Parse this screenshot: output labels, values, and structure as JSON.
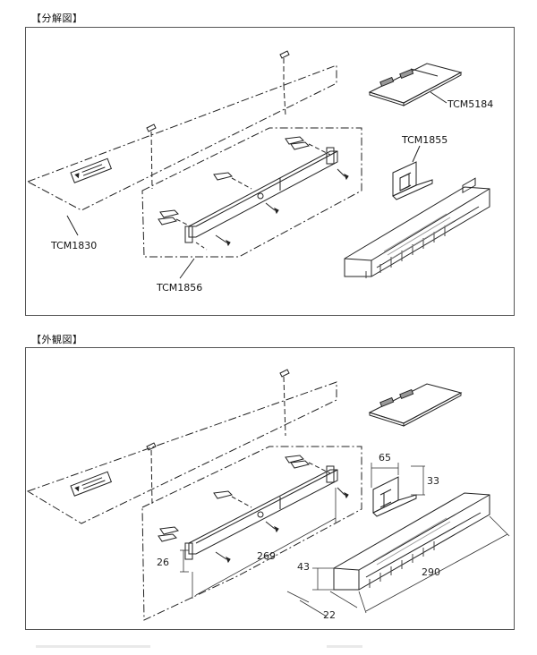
{
  "sections": {
    "exploded_title": "【分解図】",
    "external_title": "【外観図】"
  },
  "parts": {
    "tcm1830": "TCM1830",
    "tcm1856": "TCM1856",
    "tcm5184": "TCM5184",
    "tcm1855": "TCM1855"
  },
  "dimensions": {
    "d65": "65",
    "d33": "33",
    "d26": "26",
    "d269": "269",
    "d43": "43",
    "d290": "290",
    "d22": "22"
  }
}
